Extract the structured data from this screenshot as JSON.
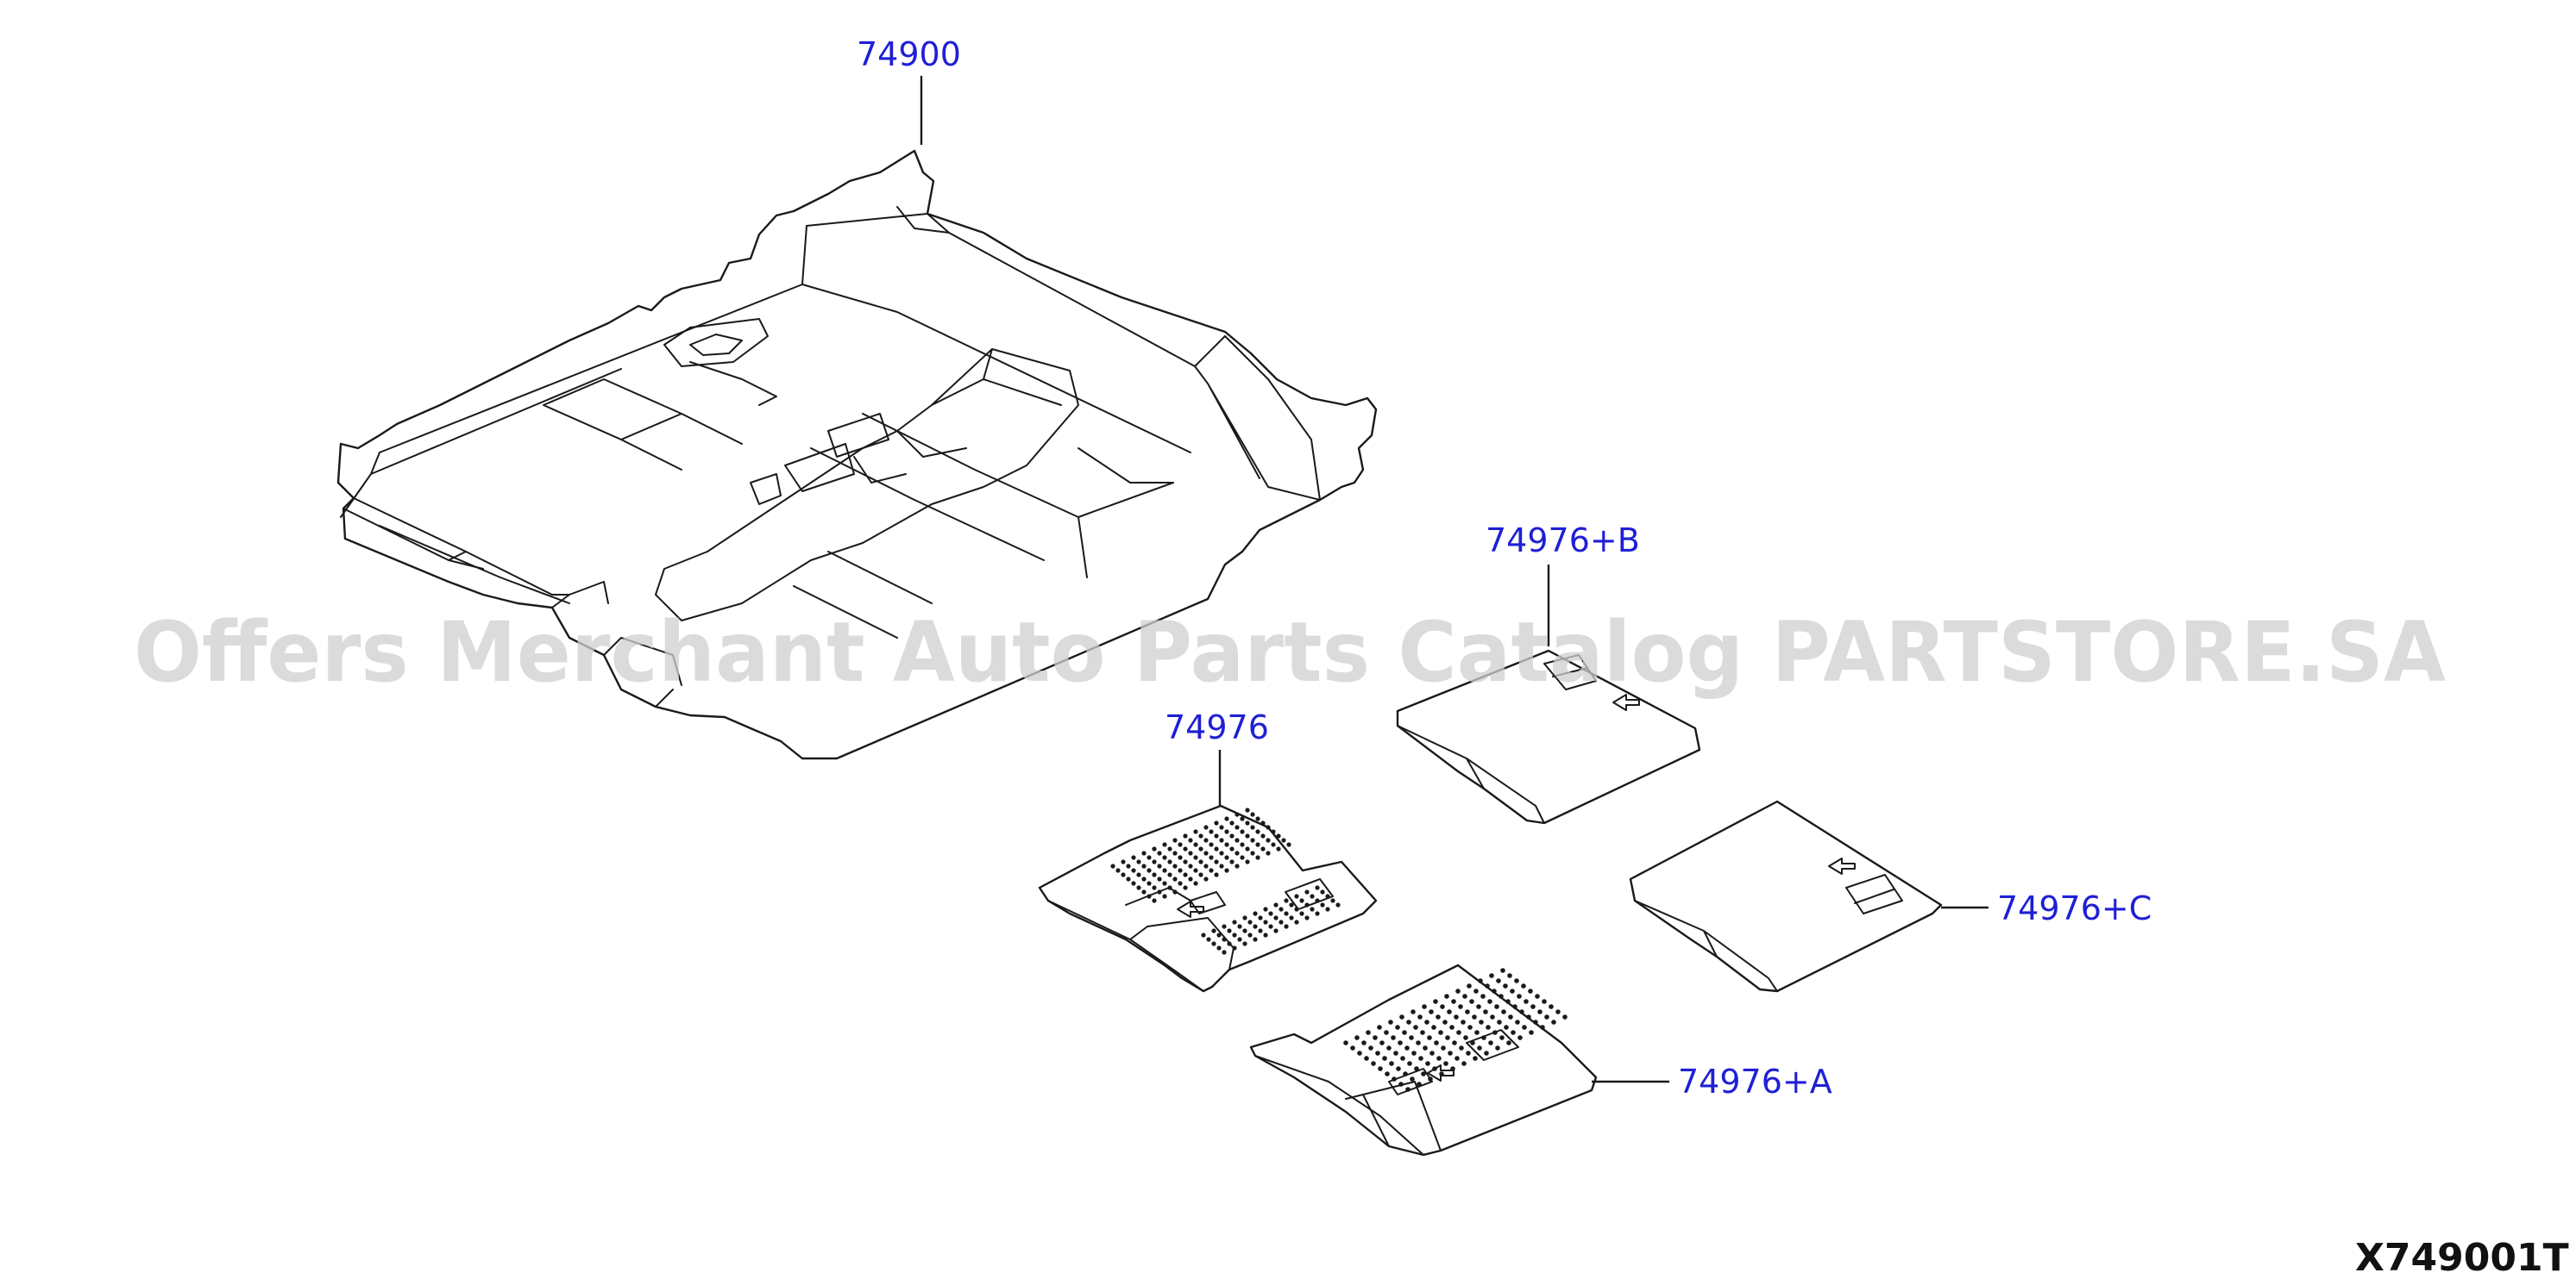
{
  "diagram": {
    "code": "X749001T",
    "watermark": "Offers Merchant Auto Parts Catalog PARTSTORE.SA",
    "colors": {
      "callout": "#1f1fd6",
      "line": "#1a1a1a",
      "watermark": "#cfcfcf"
    },
    "callouts": {
      "floor_carpet": "74900",
      "mat_set": "74976",
      "mat_front_b": "74976+B",
      "mat_rear_c": "74976+C",
      "mat_front_a": "74976+A"
    }
  }
}
